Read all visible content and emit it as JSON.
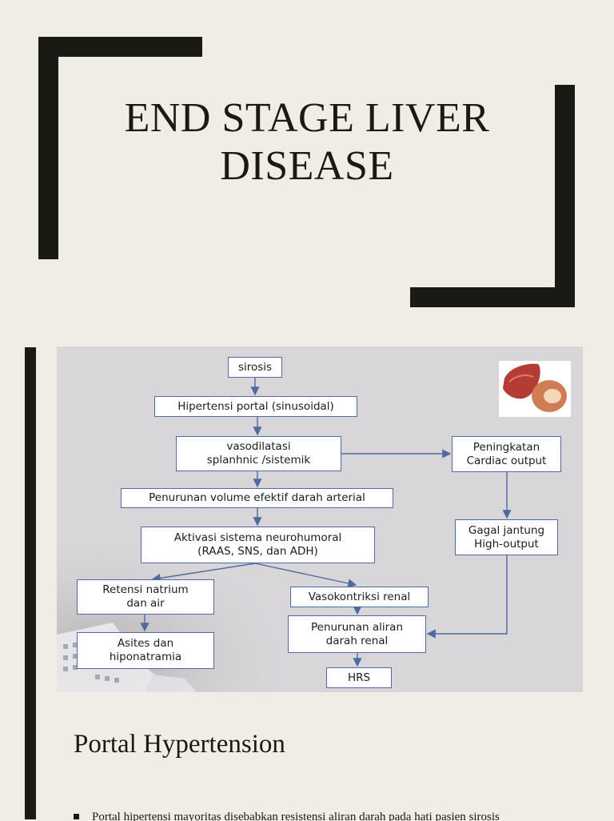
{
  "slide1": {
    "title_line1": "END STAGE LIVER",
    "title_line2": "DISEASE"
  },
  "diagram": {
    "nodes": {
      "sirosis": "sirosis",
      "hipertensi": "Hipertensi portal (sinusoidal)",
      "vasodilatasi": "vasodilatasi\nsplanhnic /sistemik",
      "peningkatan": "Peningkatan\nCardiac output",
      "penurunan_volume": "Penurunan volume efektif darah arterial",
      "aktivasi": "Aktivasi sistema neurohumoral\n(RAAS, SNS, dan ADH)",
      "gagal": "Gagal jantung\nHigh-output",
      "retensi": "Retensi natrium\ndan air",
      "vasokontriksi": "Vasokontriksi renal",
      "penurunan_aliran": "Penurunan aliran\ndarah renal",
      "asites": "Asites dan\nhiponatramia",
      "hrs": "HRS"
    },
    "colors": {
      "box_border": "#4e6aa0",
      "arrow": "#4e6aa0",
      "background": "#d9d6da"
    }
  },
  "slide2": {
    "section_title": "Portal Hypertension",
    "bullet_text": "Portal hipertensi mayoritas disebabkan resistensi aliran darah pada hati pasien sirosis"
  }
}
